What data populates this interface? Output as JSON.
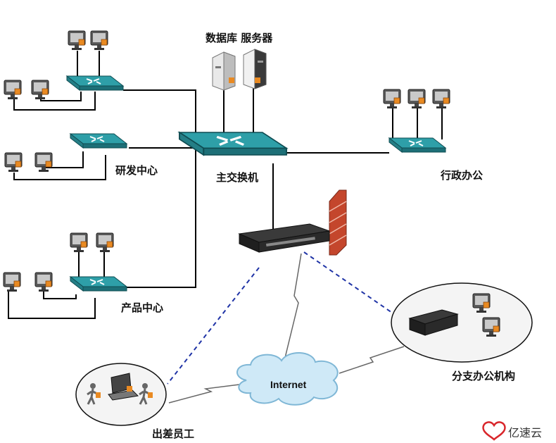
{
  "labels": {
    "servers": "数据库 服务器",
    "core_switch": "主交换机",
    "rd_center": "研发中心",
    "admin_office": "行政办公",
    "product_center": "产品中心",
    "internet": "Internet",
    "branch_office": "分支办公机构",
    "travel_staff": "出差员工",
    "watermark": "亿速云"
  },
  "colors": {
    "switch_top": "#2e9fa8",
    "switch_side": "#1d6f77",
    "link": "#000000",
    "vpn": "#1f33a6",
    "firewall": "#c4462c",
    "cloud": "#cfe9f7"
  }
}
